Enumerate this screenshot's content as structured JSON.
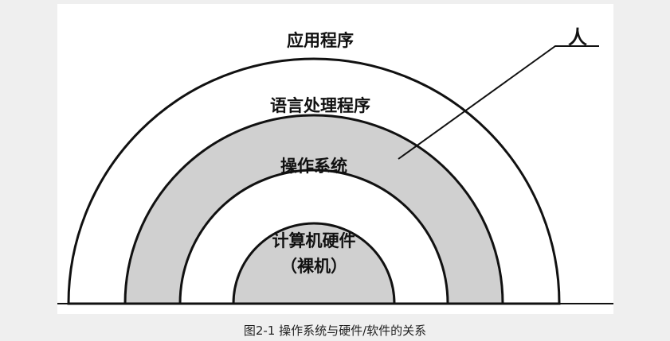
{
  "diagram": {
    "layers": [
      {
        "label": "应用程序",
        "fill": "#ffffff"
      },
      {
        "label": "语言处理程序",
        "fill": "#d0d0d0"
      },
      {
        "label": "操作系统",
        "fill": "#ffffff"
      },
      {
        "label": "计算机硬件",
        "sublabel": "（裸机）",
        "fill": "#d0d0d0"
      }
    ],
    "pointer_label": "人"
  },
  "caption": "图2-1 操作系统与硬件/软件的关系"
}
